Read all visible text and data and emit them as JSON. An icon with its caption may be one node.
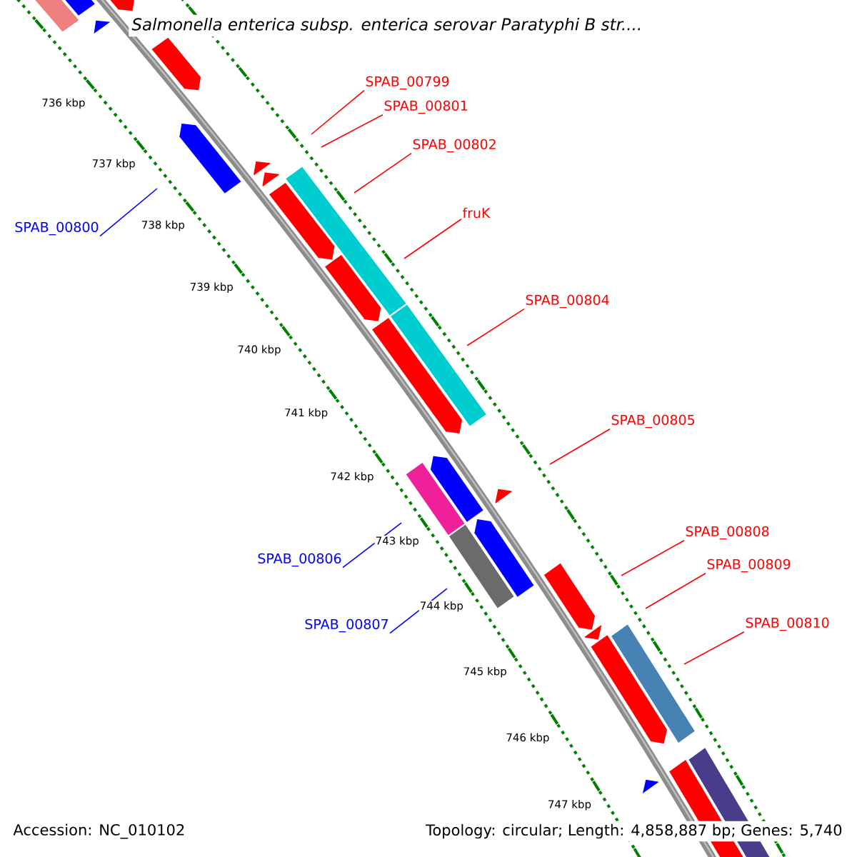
{
  "diagram": {
    "title": "Salmonella enterica subsp. enterica serovar Paratyphi B str....",
    "nodes": [
      {
        "text": [
          "SPAB_00799"
        ]
      },
      {
        "text": [
          "SPAB_00801"
        ]
      },
      {
        "text": [
          "SPAB_00802"
        ]
      },
      {
        "text": [
          "fruK"
        ]
      },
      {
        "text": [
          "SPAB_00800"
        ]
      },
      {
        "text": [
          "SPAB_00804"
        ]
      },
      {
        "text": [
          "SPAB_00805"
        ]
      },
      {
        "text": [
          "SPAB_00808"
        ]
      },
      {
        "text": [
          "SPAB_00806"
        ]
      },
      {
        "text": [
          "SPAB_00809"
        ]
      },
      {
        "text": [
          "SPAB_00807"
        ]
      },
      {
        "text": [
          "SPAB_00810"
        ]
      }
    ],
    "edges": [
      {
        "from": 0,
        "to": null,
        "arrow": "none"
      },
      {
        "from": 1,
        "to": null,
        "arrow": "none"
      },
      {
        "from": 2,
        "to": null,
        "arrow": "none"
      },
      {
        "from": 3,
        "to": null,
        "arrow": "none"
      },
      {
        "from": 4,
        "to": null,
        "arrow": "none",
        "color": "#0000ff"
      },
      {
        "from": 5,
        "to": null,
        "arrow": "none"
      },
      {
        "from": 6,
        "to": null,
        "arrow": "none"
      },
      {
        "from": 7,
        "to": null,
        "arrow": "none"
      },
      {
        "from": 8,
        "to": null,
        "arrow": "none",
        "color": "#0000ff"
      },
      {
        "from": 9,
        "to": null,
        "arrow": "none"
      },
      {
        "from": 10,
        "to": null,
        "arrow": "none",
        "color": "#0000ff"
      },
      {
        "from": 11,
        "to": null,
        "arrow": "none"
      }
    ],
    "labels": [
      "736 kbp",
      "737 kbp",
      "738 kbp",
      "739 kbp",
      "740 kbp",
      "741 kbp",
      "742 kbp",
      "743 kbp",
      "744 kbp",
      "745 kbp",
      "746 kbp",
      "747 kbp",
      "Accession: NC_010102",
      "Topology: circular; Length: 4,858,887 bp; Genes: 5,740"
    ]
  }
}
